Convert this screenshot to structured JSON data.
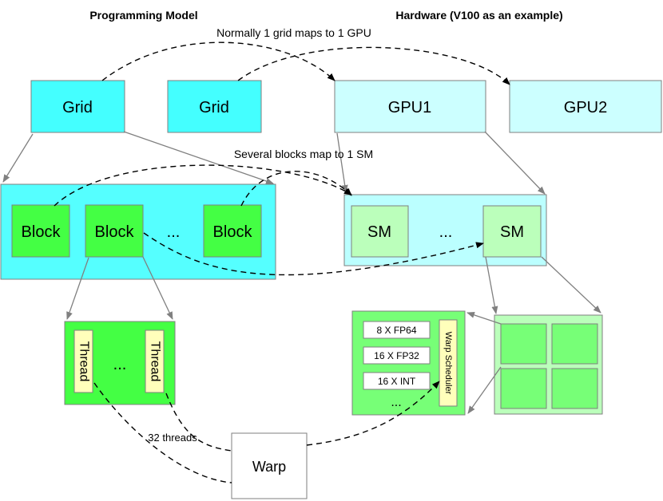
{
  "headings": {
    "programming_model": "Programming Model",
    "hardware": "Hardware (V100 as an example)"
  },
  "annotations": {
    "grid_to_gpu": "Normally 1 grid maps to 1 GPU",
    "blocks_to_sm": "Several blocks map to 1 SM",
    "threads_to_warp": "32 threads"
  },
  "programming_model": {
    "grid_1": "Grid",
    "grid_2": "Grid",
    "block_1": "Block",
    "block_2": "Block",
    "block_ellipsis": "...",
    "block_3": "Block",
    "thread_1": "Thread",
    "thread_ellipsis": "...",
    "thread_2": "Thread",
    "warp": "Warp"
  },
  "hardware": {
    "gpu_1": "GPU1",
    "gpu_2": "GPU2",
    "sm_1": "SM",
    "sm_ellipsis": "...",
    "sm_2": "SM",
    "units": [
      "8 X FP64",
      "16 X FP32",
      "16 X INT"
    ],
    "units_ellipsis": "...",
    "warp_scheduler": "Warp Scheduler"
  },
  "colors": {
    "grid_cyan": "#44ffff",
    "gpu_light_cyan": "#ccffff",
    "block_container": "#55ffff",
    "block_green": "#44ff44",
    "sm_container": "#bbffff",
    "sm_light_green": "#bbffbb",
    "thread_panel_green": "#44ff44",
    "thread_yellow": "#ffffbb",
    "core_green": "#77ff77",
    "partition_panel": "#bbffbb",
    "border_gray": "#7f7f7f"
  }
}
